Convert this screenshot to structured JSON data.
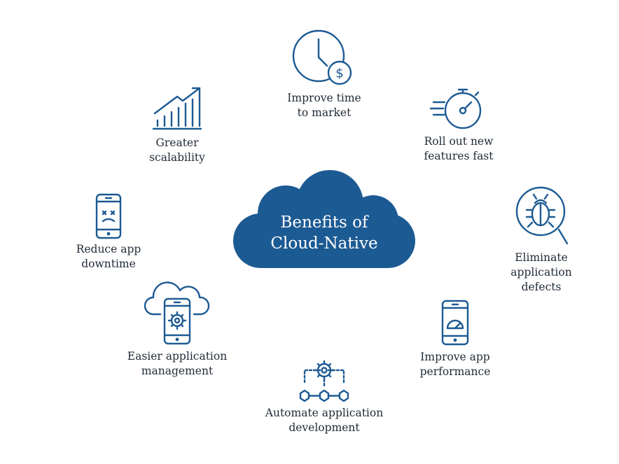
{
  "center": {
    "title": "Benefits of\nCloud-Native"
  },
  "benefits": [
    {
      "label": "Improve time\nto market",
      "icon": "clock-dollar-icon"
    },
    {
      "label": "Roll out new\nfeatures fast",
      "icon": "stopwatch-speed-icon"
    },
    {
      "label": "Eliminate\napplication\ndefects",
      "icon": "bug-magnifier-icon"
    },
    {
      "label": "Improve app\nperformance",
      "icon": "phone-gauge-icon"
    },
    {
      "label": "Automate application\ndevelopment",
      "icon": "gear-workflow-icon"
    },
    {
      "label": "Easier application\nmanagement",
      "icon": "cloud-phone-gear-icon"
    },
    {
      "label": "Reduce app\ndowntime",
      "icon": "phone-sad-face-icon"
    },
    {
      "label": "Greater\nscalability",
      "icon": "growth-chart-icon"
    }
  ],
  "colors": {
    "accent": "#1c5a93",
    "cloud": "#1c5a93",
    "text": "#1f2a36"
  }
}
